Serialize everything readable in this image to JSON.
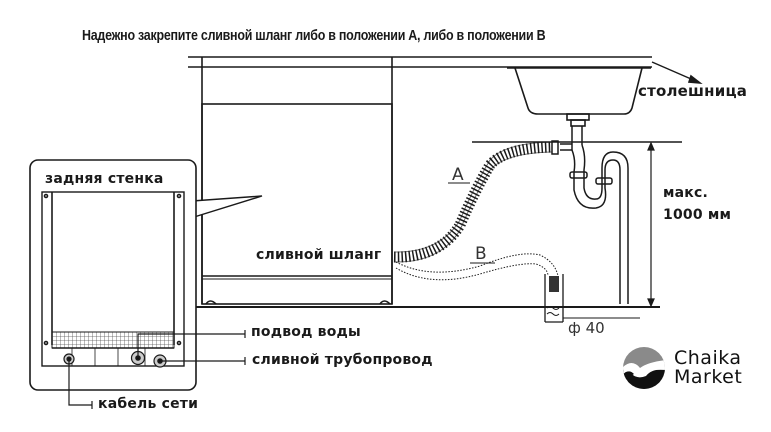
{
  "title": "Надежно закрепите сливной шланг либо в положении A, либо в положении B",
  "labels": {
    "countertop": "столешница",
    "back_wall": "задняя стенка",
    "drain_hose": "сливной шланг",
    "max_height_line1": "макс.",
    "max_height_line2": "1000 мм",
    "water_inlet": "подвод воды",
    "drain_pipe": "сливной трубопровод",
    "power_cable": "кабель сети",
    "position_a": "A",
    "position_b": "B",
    "diameter": "ф 40"
  },
  "logo": {
    "line1": "Chaika",
    "line2": "Market",
    "icon": "seagull-icon"
  },
  "colors": {
    "line": "#1a1a1a",
    "logo_sky": "#8a8a8a",
    "logo_dark": "#111111"
  }
}
